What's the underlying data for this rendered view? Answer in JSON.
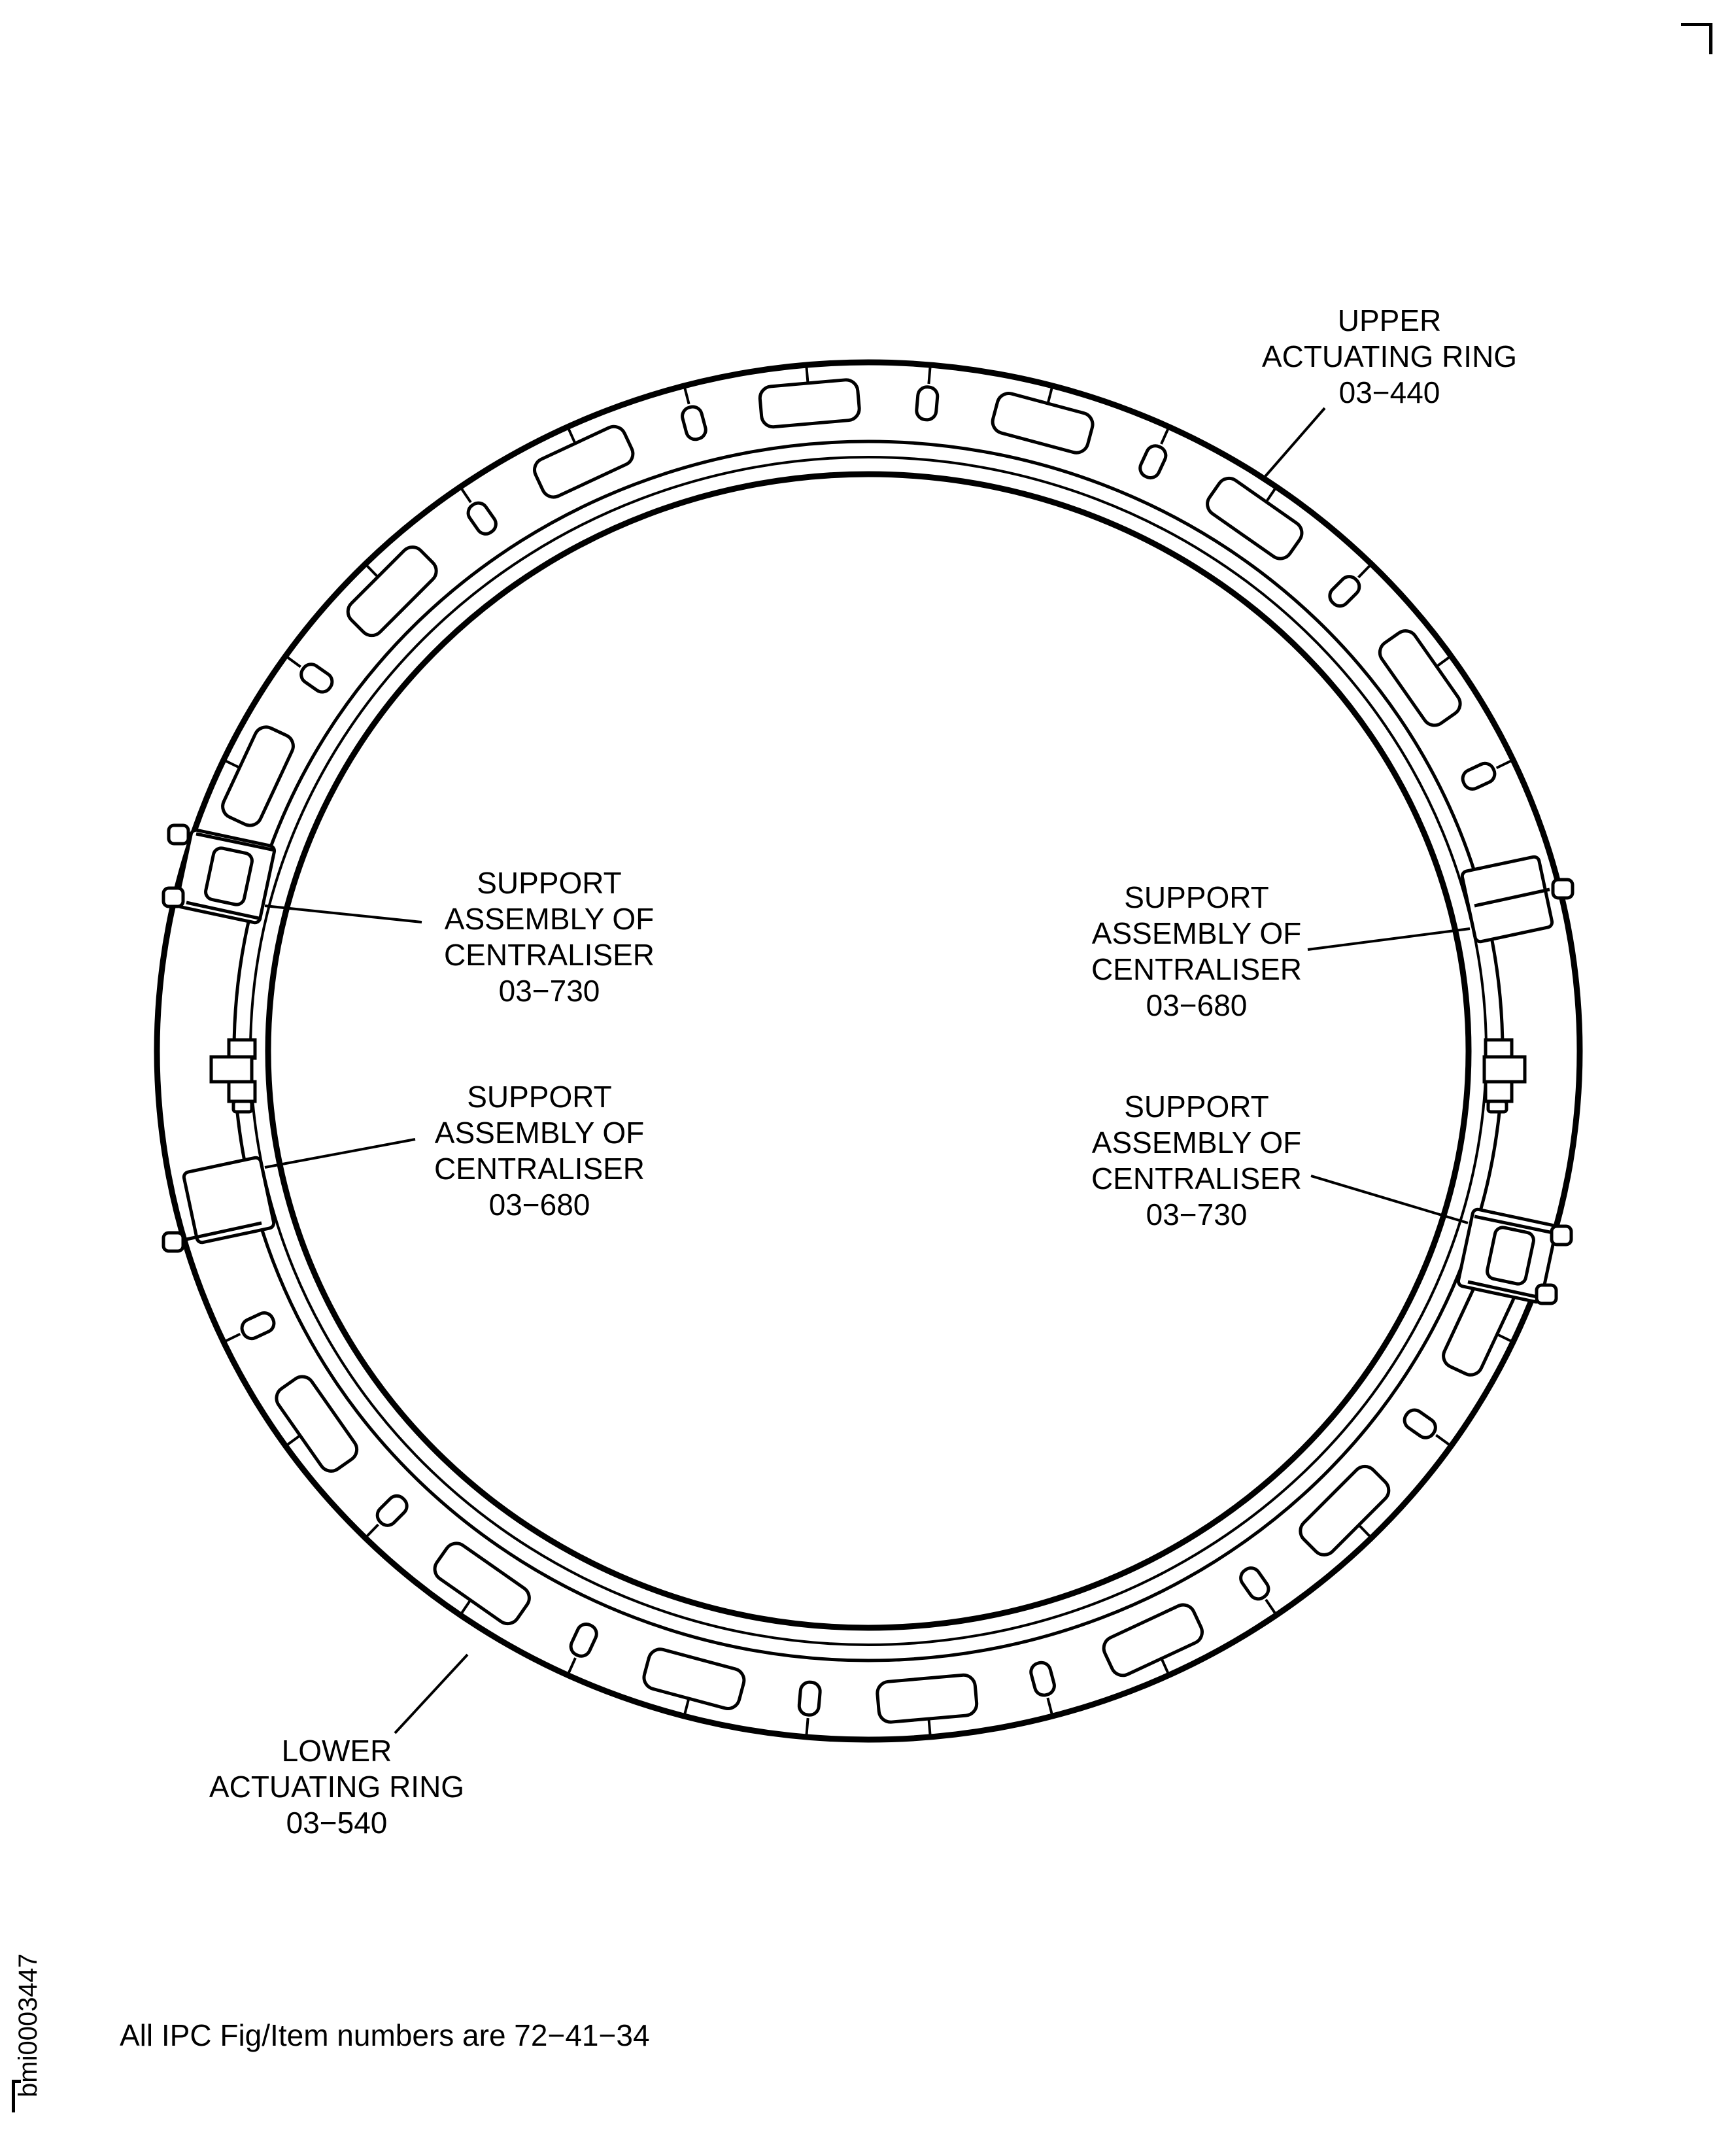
{
  "figure": {
    "type": "Illustrated parts catalog drawing",
    "subject": "Upper and lower actuating rings with centraliser support assemblies",
    "figure_id": "bmi0003447",
    "note": "All IPC Fig/Item numbers are 72−41−34"
  },
  "callouts": [
    {
      "id": "upper-actuating-ring",
      "lines": [
        "UPPER",
        "ACTUATING RING",
        "03−440"
      ]
    },
    {
      "id": "support-left-upper",
      "lines": [
        "SUPPORT",
        "ASSEMBLY OF",
        "CENTRALISER",
        "03−730"
      ]
    },
    {
      "id": "support-left-lower",
      "lines": [
        "SUPPORT",
        "ASSEMBLY OF",
        "CENTRALISER",
        "03−680"
      ]
    },
    {
      "id": "support-right-upper",
      "lines": [
        "SUPPORT",
        "ASSEMBLY OF",
        "CENTRALISER",
        "03−680"
      ]
    },
    {
      "id": "support-right-lower",
      "lines": [
        "SUPPORT",
        "ASSEMBLY OF",
        "CENTRALISER",
        "03−730"
      ]
    },
    {
      "id": "lower-actuating-ring",
      "lines": [
        "LOWER",
        "ACTUATING RING",
        "03−540"
      ]
    }
  ],
  "colors": {
    "line": "#000000",
    "background": "#ffffff"
  }
}
